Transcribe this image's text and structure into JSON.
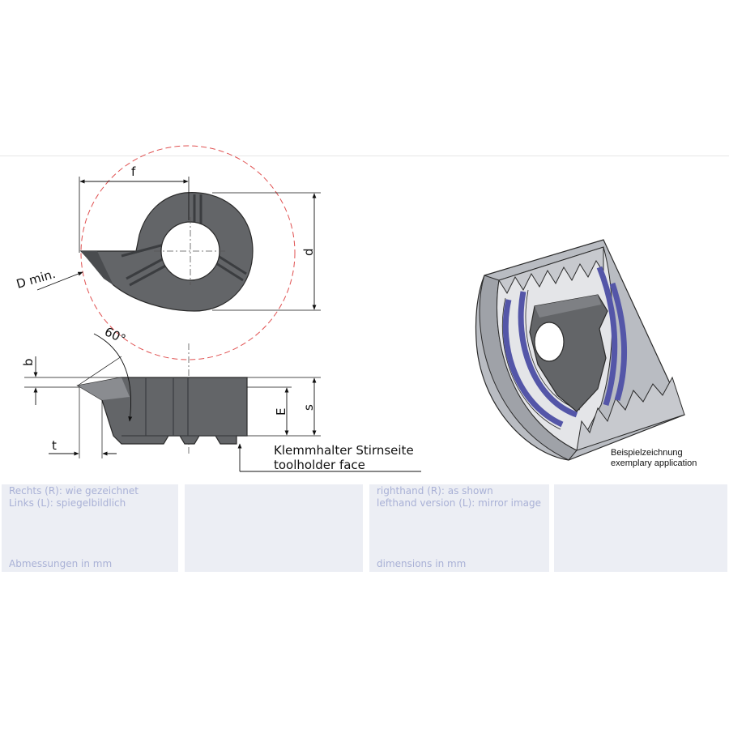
{
  "labels": {
    "f": "f",
    "d": "d",
    "d_min": "D min.",
    "angle": "60°",
    "b": "b",
    "e": "E",
    "s": "s",
    "t": "t",
    "toolholder_de": "Klemmhalter Stirnseite",
    "toolholder_en": "toolholder face",
    "example_de": "Beispielzeichnung",
    "example_en": "exemplary application"
  },
  "info": {
    "de_line1": "Rechts (R): wie gezeichnet",
    "de_line2": "Links (L): spiegelbildlich",
    "de_dims": "Abmessungen in mm",
    "en_line1": "righthand (R): as shown",
    "en_line2": "lefthand version (L): mirror image",
    "en_dims": "dimensions in mm"
  },
  "colors": {
    "insert": "#636568",
    "insert_dark": "#4a4c4f",
    "thread_blue": "#5456a8",
    "body_grey": "#b9bcc2",
    "circle_red": "#e05050",
    "info_text": "#a9b1d6",
    "info_bg": "#eceef4"
  }
}
